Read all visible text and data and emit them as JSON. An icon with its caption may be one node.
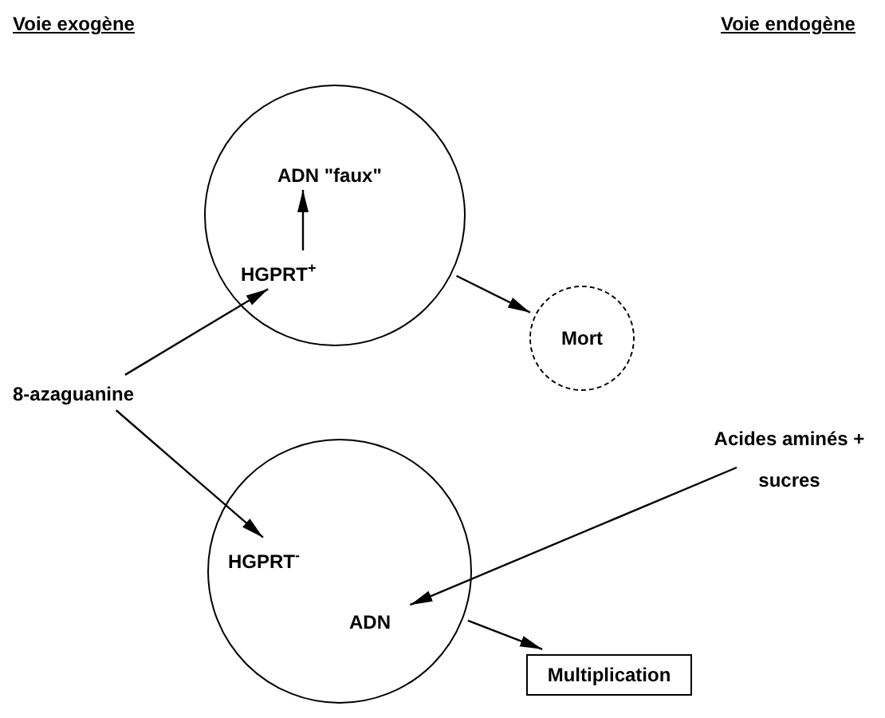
{
  "diagram": {
    "nodes": [
      {
        "text": [],
        "shape": "circle"
      },
      {
        "text": [
          "ADN \"faux\""
        ],
        "in": 0
      },
      {
        "text": [
          "HGPRT$^{+}$"
        ],
        "in": 0
      },
      {
        "text": [
          "Mort"
        ]
      },
      {
        "text": [
          "8-azaguanine"
        ]
      },
      {
        "text": [],
        "shape": "circle"
      },
      {
        "text": [
          "HGPRT$^{-}$"
        ],
        "in": 5
      },
      {
        "text": [
          "ADN"
        ],
        "in": 5
      },
      {
        "text": [
          "Acides aminés + sucres"
        ]
      },
      {
        "text": [
          "Multiplication"
        ]
      }
    ],
    "edges": [
      {
        "from": 2,
        "to": 1,
        "arrow": "to"
      },
      {
        "from": 4,
        "to": 2,
        "arrow": "to"
      },
      {
        "from": 0,
        "to": 3,
        "arrow": "to"
      },
      {
        "from": 4,
        "to": 6,
        "arrow": "to"
      },
      {
        "from": 8,
        "to": 7,
        "arrow": "to"
      },
      {
        "from": 5,
        "to": 9,
        "arrow": "to"
      }
    ],
    "labels": [
      "Voie exogène",
      "Voie endogène"
    ]
  }
}
